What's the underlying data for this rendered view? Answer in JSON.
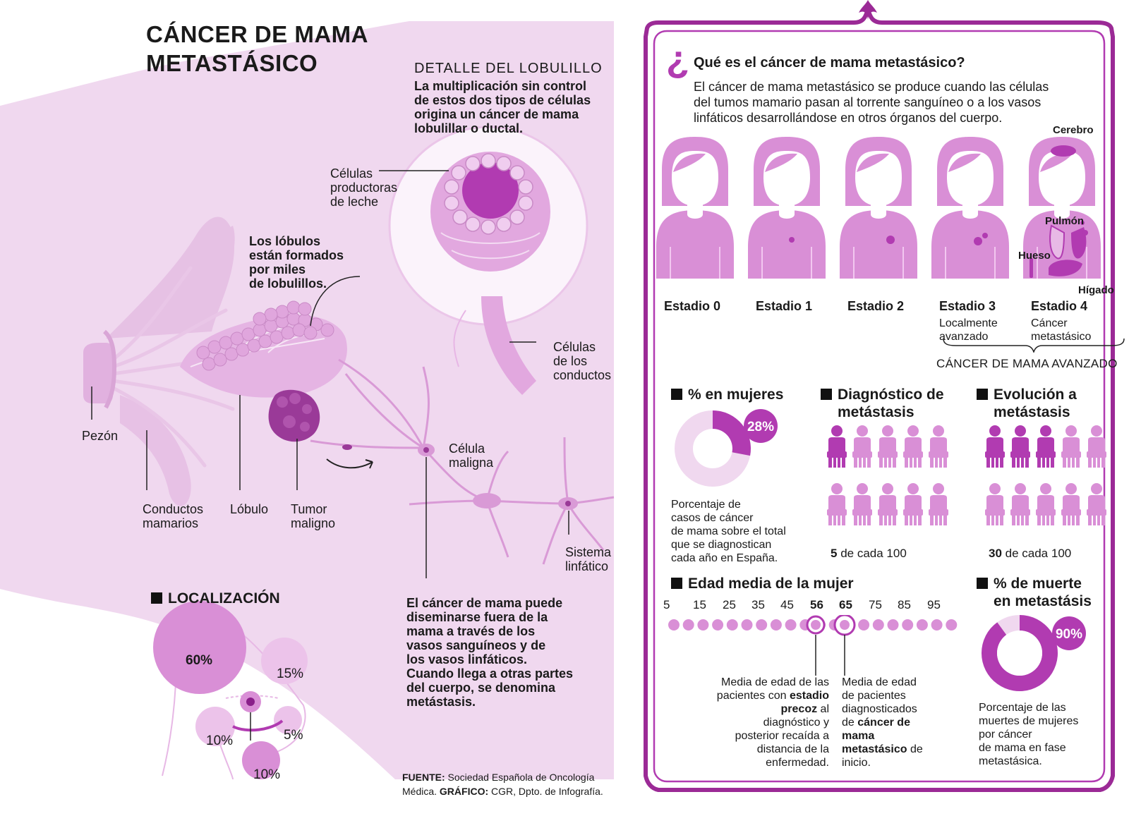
{
  "title": "CÁNCER DE MAMA\nMETASTÁSICO",
  "lobulillo": {
    "heading": "DETALLE DEL LOBULILLO",
    "text": "La multiplicación sin control\nde estos dos tipos de células\norigina un cáncer de mama\nlobulillar o ductal."
  },
  "labels": {
    "celulas_leche": "Células\nproductoras\nde leche",
    "lobulos": "Los lóbulos\nestán formados\npor miles\nde lobulillos.",
    "celulas_conductos": "Células\nde los\nconductos",
    "pezon": "Pezón",
    "conductos": "Conductos\nmamarios",
    "lobulo": "Lóbulo",
    "tumor": "Tumor\nmaligno",
    "celula_maligna": "Célula\nmaligna",
    "sistema": "Sistema\nlinfático",
    "diseminacion": "El cáncer de mama puede\ndiseminarse fuera de la\nmama a través de los\nvasos sanguíneos y de\nlos vasos linfáticos.\nCuando llega a otras partes\ndel cuerpo, se denomina\nmetástasis."
  },
  "localizacion": {
    "heading": "LOCALIZACIÓN",
    "values": [
      "60%",
      "15%",
      "10%",
      "5%",
      "10%"
    ]
  },
  "fuente": {
    "label1": "FUENTE:",
    "text1": " Sociedad Española de Oncología",
    "text2": "Médica. ",
    "label2": "GRÁFICO:",
    "text3": " CGR, Dpto. de Infografía."
  },
  "que_es": {
    "question_mark": "¿",
    "heading": "Qué es el cáncer de mama metastásico?",
    "text": "El cáncer de mama metastásico se produce cuando las células\ndel tumos mamario pasan al torrente sanguíneo o a los vasos\nlinfáticos desarrollándose en otros órganos del cuerpo."
  },
  "stages": [
    {
      "name": "Estadio 0",
      "sub": ""
    },
    {
      "name": "Estadio 1",
      "sub": ""
    },
    {
      "name": "Estadio 2",
      "sub": ""
    },
    {
      "name": "Estadio 3",
      "sub": "Localmente\navanzado"
    },
    {
      "name": "Estadio 4",
      "sub": "Cáncer\nmetastásico"
    }
  ],
  "organs": {
    "cerebro": "Cerebro",
    "pulmon": "Pulmón",
    "hueso": "Hueso",
    "higado": "Hígado"
  },
  "avanzado": "CÁNCER DE MAMA AVANZADO",
  "mujeres": {
    "heading": "% en mujeres",
    "value": "28%",
    "fraction": 0.28,
    "text": "Porcentaje de\ncasos de cáncer\nde mama sobre el total\nque se diagnostican\ncada año en España."
  },
  "diagnostico": {
    "heading": "Diagnóstico de\nmetástasis",
    "count": "5",
    "suffix": " de cada 100",
    "highlighted": 1,
    "total": 10
  },
  "evolucion": {
    "heading": "Evolución a\nmetástasis",
    "count": "30",
    "suffix": " de cada 100",
    "highlighted": 3,
    "total": 10
  },
  "edad": {
    "heading": "Edad media de la mujer",
    "ticks": [
      "5",
      "15",
      "25",
      "35",
      "45",
      "56",
      "65",
      "75",
      "85",
      "95"
    ],
    "highlight": [
      "56",
      "65"
    ],
    "left_text_a": "Media de edad de las\npacientes con",
    "left_bold": "estadio precoz",
    "left_text_b": " al\ndiagnóstico y\nposterior recaída a\ndistancia de la\nenfermedad.",
    "right_text_a": "Media de edad\nde pacientes\ndiagnosticados\nde ",
    "right_bold": "cáncer de\nmama\nmetastásico",
    "right_text_b": " de\ninicio."
  },
  "muerte": {
    "heading": "% de muerte\nen metastásis",
    "value": "90%",
    "fraction": 0.9,
    "text": "Porcentaje de las\nmuertes de mujeres\npor cáncer\nde mama en fase\nmetastásica."
  },
  "colors": {
    "light": "#f0d8ef",
    "mid": "#d98fd6",
    "purple": "#b13bb1",
    "dark": "#8a1f8a",
    "frame": "#9b2a96"
  }
}
